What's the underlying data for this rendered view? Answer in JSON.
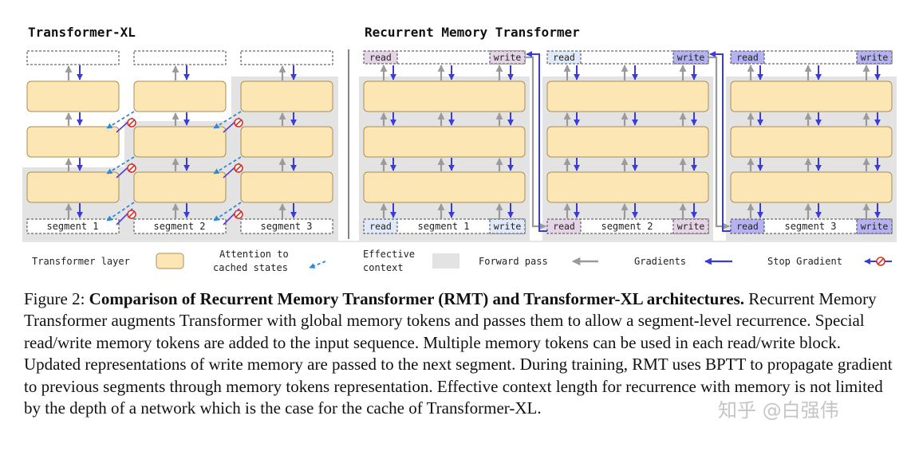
{
  "titles": {
    "left": "Transformer-XL",
    "right": "Recurrent Memory Transformer"
  },
  "segments": [
    "segment 1",
    "segment 2",
    "segment 3"
  ],
  "memory_tokens": {
    "read": "read",
    "write": "write"
  },
  "legend": {
    "transformer_layer": "Transformer layer",
    "attention_line1": "Attention to",
    "attention_line2": "cached states",
    "context_line1": "Effective",
    "context_line2": "context",
    "forward": "Forward pass",
    "gradients": "Gradients",
    "stop": "Stop Gradient"
  },
  "caption": {
    "label": "Figure 2:",
    "title": "Comparison of Recurrent Memory Transformer (RMT) and Transformer-XL architectures.",
    "body": "Recurrent Memory Transformer augments Transformer with global memory tokens and passes them to allow a segment-level recurrence. Special read/write memory tokens are added to the input sequence. Multiple memory tokens can be used in each read/write block. Updated representations of write memory are passed to the next segment. During training, RMT uses BPTT to propagate gradient to previous segments through memory tokens representation. Effective context length for recurrence with memory is not limited by the depth of a network which is the case for the cache of Transformer-XL."
  },
  "watermark": "知乎 @白强伟",
  "colors": {
    "layer_fill": "#fce6b4",
    "layer_stroke": "#a88f5a",
    "context_fill": "#e3e3e3",
    "forward": "#9a9a9a",
    "gradient": "#3b3bd9",
    "attention": "#2e8ad6",
    "stop": "#d8322a",
    "mem_pink": "#e4d4e6",
    "mem_blue": "#dfe9f7",
    "mem_purple": "#b6b1f0"
  }
}
